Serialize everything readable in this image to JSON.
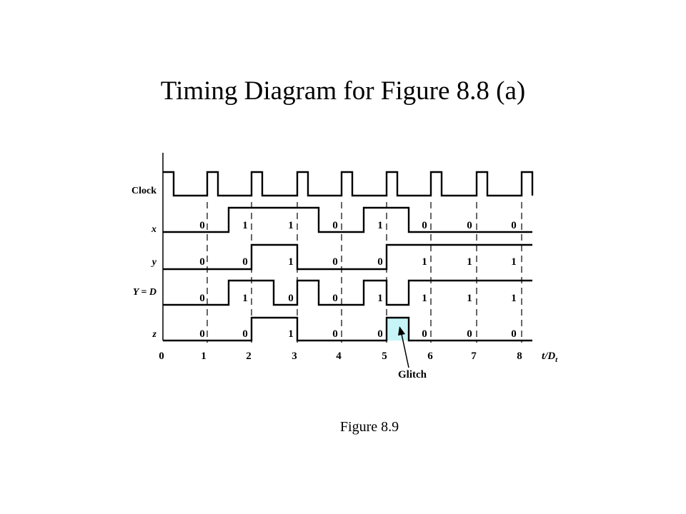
{
  "title": "Timing Diagram for Figure 8.8 (a)",
  "caption": "Figure 8.9",
  "diagram": {
    "time_ticks": [
      "0",
      "1",
      "2",
      "3",
      "4",
      "5",
      "6",
      "7",
      "8"
    ],
    "axis_label": "t/D",
    "axis_label_sub": "t",
    "glitch_label": "Glitch",
    "glitch_color": "#c7f5f7",
    "signals": [
      {
        "key": "clock",
        "label": "Clock",
        "italic": false,
        "bits": []
      },
      {
        "key": "x",
        "label": "x",
        "italic": true,
        "bits": [
          "0",
          "1",
          "1",
          "0",
          "1",
          "0",
          "0",
          "0"
        ]
      },
      {
        "key": "y",
        "label": "y",
        "italic": true,
        "bits": [
          "0",
          "0",
          "1",
          "0",
          "0",
          "1",
          "1",
          "1"
        ]
      },
      {
        "key": "yd",
        "label": "Y = D",
        "italic": true,
        "bits": [
          "0",
          "1",
          "0",
          "0",
          "1",
          "1",
          "1",
          "1"
        ]
      },
      {
        "key": "z",
        "label": "z",
        "italic": true,
        "bits": [
          "0",
          "0",
          "1",
          "0",
          "0",
          "0",
          "0",
          "0"
        ]
      }
    ]
  }
}
